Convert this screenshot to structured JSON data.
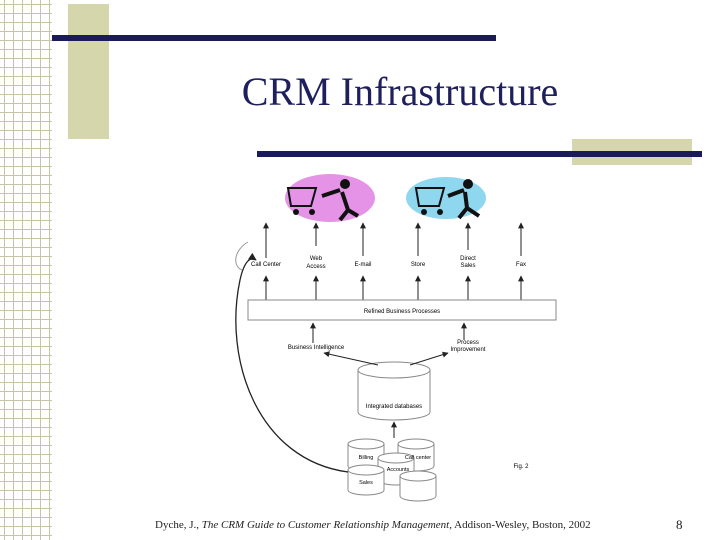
{
  "slide": {
    "title": "CRM Infrastructure",
    "citation": {
      "prefix": "Dyche, J., ",
      "book_title": "The CRM Guide to Customer Relationship Management",
      "suffix": ", Addison-Wesley, Boston, 2002"
    },
    "page_number": "8"
  },
  "diagram": {
    "channels": [
      "Call Center",
      "Web Access",
      "E-mail",
      "Store",
      "Direct Sales",
      "Fax"
    ],
    "process_bar": "Refined Business Processes",
    "business_intelligence": "Business Intelligence",
    "process_improvement": "Process Improvement",
    "integrated_databases": "Integrated databases",
    "sources": [
      "Billing",
      "Call center",
      "Accounts",
      "Sales"
    ],
    "figure_label": "Fig. 2",
    "colors": {
      "left_cloud": "#e493e6",
      "right_cloud": "#8fd6ef",
      "title": "#1f1f5e",
      "accent": "#d6d6ad",
      "navy": "#1b1b5a"
    }
  }
}
